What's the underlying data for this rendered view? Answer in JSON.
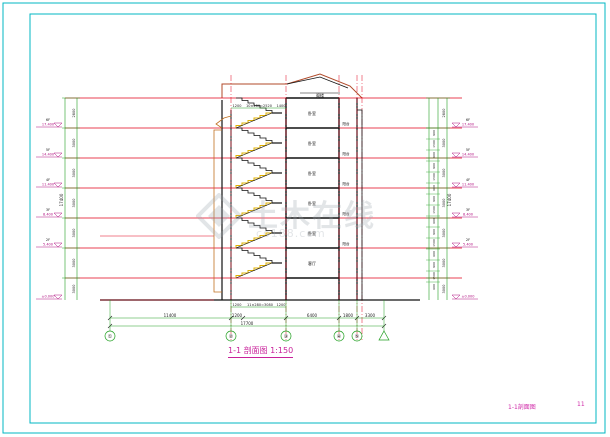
{
  "drawing": {
    "title": "1-1 剖面图 1:150",
    "sheet_name": "1-1剖面图",
    "sheet_number": "11"
  },
  "watermark": {
    "main": "土木在线",
    "sub": "co188.com"
  },
  "axes": [
    {
      "label": "①"
    },
    {
      "label": "②"
    },
    {
      "label": "③"
    },
    {
      "label": "④"
    },
    {
      "label": "⑤"
    }
  ],
  "levels_left": [
    {
      "name": "6F",
      "elev": "17.400"
    },
    {
      "name": "5F",
      "elev": "14.400"
    },
    {
      "name": "4F",
      "elev": "11.400"
    },
    {
      "name": "3F",
      "elev": "8.400"
    },
    {
      "name": "2F",
      "elev": "5.400"
    },
    {
      "name": "",
      "elev": "±0.000"
    }
  ],
  "levels_right": [
    {
      "name": "6F",
      "elev": "17.400"
    },
    {
      "name": "5F",
      "elev": "14.400"
    },
    {
      "name": "4F",
      "elev": "11.400"
    },
    {
      "name": "3F",
      "elev": "8.400"
    },
    {
      "name": "2F",
      "elev": "5.400"
    },
    {
      "name": "",
      "elev": "±0.000"
    }
  ],
  "storey_dims_left": [
    "2800",
    "3000",
    "3000",
    "3000",
    "3000",
    "3000",
    "3000"
  ],
  "storey_dims_right": [
    "2800",
    "3000",
    "3000",
    "3000",
    "3000",
    "3000",
    "3000"
  ],
  "total_height_left": "17400",
  "total_height_right": "17400",
  "right_sub_dims": [
    "900",
    "1500",
    "600",
    "900",
    "1500",
    "600",
    "900",
    "1500",
    "600",
    "900",
    "1500",
    "600",
    "900",
    "1500",
    "600"
  ],
  "room_labels": [
    "阁楼",
    "卧室",
    "卧室",
    "卧室",
    "卧室",
    "卧室",
    "客厅",
    "阳台",
    "阳台",
    "阳台",
    "阳台",
    "阳台"
  ],
  "stair_dims_top": [
    "1200",
    "10×280=2520",
    "1400"
  ],
  "stair_dims_bottom": [
    "1200",
    "11×280=3080",
    "1200"
  ],
  "dims_bottom_row1": [
    "11400",
    "1200",
    "6400",
    "1800",
    "3300"
  ],
  "dims_bottom_total": "17700",
  "colors": {
    "frame": "#00b7c3",
    "title": "#c8219a",
    "floor": "#e0001a",
    "dim": "#22a022",
    "stair": "#e0b000",
    "wall": "#111111",
    "level": "#b01080"
  }
}
